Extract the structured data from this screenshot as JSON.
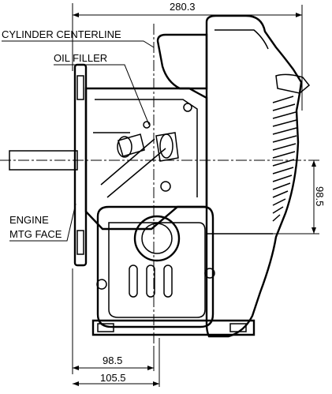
{
  "labels": {
    "cylinder_centerline": "CYLINDER CENTERLINE",
    "oil_filler": "OIL FILLER",
    "engine_mtg_face_line1": "ENGINE",
    "engine_mtg_face_line2": "MTG FACE"
  },
  "dimensions": {
    "overall_width": "280.3",
    "shaft_to_base": "98.5",
    "mtg_face_to_cylinder": "98.5",
    "mtg_face_to_edge": "105.5"
  }
}
